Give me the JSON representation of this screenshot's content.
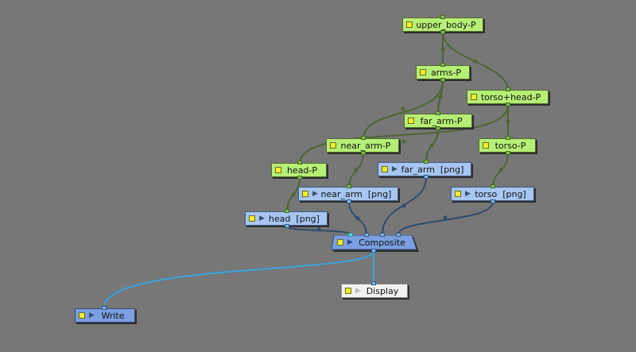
{
  "colors": {
    "canvas_bg": "#777777",
    "peg_node": "#b6ef76",
    "element_node": "#a8c6f2",
    "composite_node": "#7b9fe0",
    "display_node": "#f2f2f2",
    "peg_wire": "#4a6630",
    "element_wire": "#2f4a6a",
    "output_wire": "#3aa4df",
    "enable_toggle": "#f4ef2a"
  },
  "nodes": {
    "upper_body_p": {
      "label": "upper_body-P"
    },
    "arms_p": {
      "label": "arms-P"
    },
    "torso_head_p": {
      "label": "torso+head-P"
    },
    "far_arm_p": {
      "label": "far_arm-P"
    },
    "near_arm_p": {
      "label": "near_arm-P"
    },
    "torso_p": {
      "label": "torso-P"
    },
    "head_p": {
      "label": "head-P"
    },
    "far_arm_png": {
      "label": "far_arm  [png]"
    },
    "near_arm_png": {
      "label": "near_arm  [png]"
    },
    "torso_png": {
      "label": "torso  [png]"
    },
    "head_png": {
      "label": "head  [png]"
    },
    "composite": {
      "label": "Composite"
    },
    "display": {
      "label": "Display"
    },
    "write": {
      "label": "Write"
    }
  }
}
